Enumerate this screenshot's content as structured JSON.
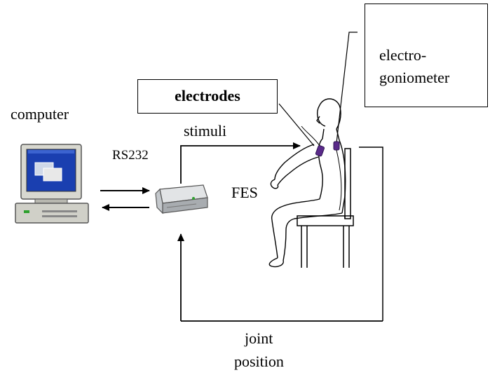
{
  "labels": {
    "computer": "computer",
    "rs232": "RS232",
    "electrodes": "electrodes",
    "stimuli": "stimuli",
    "fes": "FES",
    "electrogoniometer_line1": "electro-",
    "electrogoniometer_line2": "goniometer",
    "joint_line1": "joint",
    "joint_line2": "position"
  },
  "colors": {
    "screen_blue": "#1a3fb0",
    "monitor_beige": "#d9d9d9",
    "electrode_purple": "#5a2a8a",
    "device_gray": "#b8bcc0"
  }
}
